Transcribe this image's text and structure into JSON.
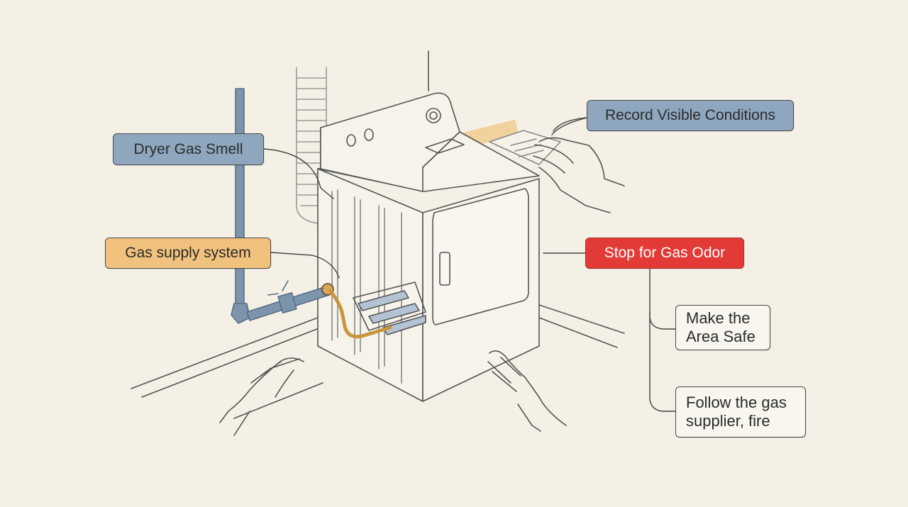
{
  "labels": {
    "dryer_gas_smell": "Dryer Gas Smell",
    "gas_supply_system": "Gas supply system",
    "record_visible_conditions": "Record Visible Conditions",
    "stop_for_gas_odor": "Stop for Gas Odor",
    "make_area_safe": [
      "Make the",
      "Area Safe"
    ],
    "follow_gas_supplier": [
      "Follow the gas",
      "supplier, fire"
    ]
  },
  "colors": {
    "background": "#f4f0e6",
    "label_blue": "#8ea7bf",
    "label_amber": "#f1c27d",
    "label_red": "#e23a36",
    "label_white": "#f8f6ef",
    "highlight": "#f0c274",
    "ink": "#4a4a4a",
    "pipe_blue": "#7d94ad"
  }
}
